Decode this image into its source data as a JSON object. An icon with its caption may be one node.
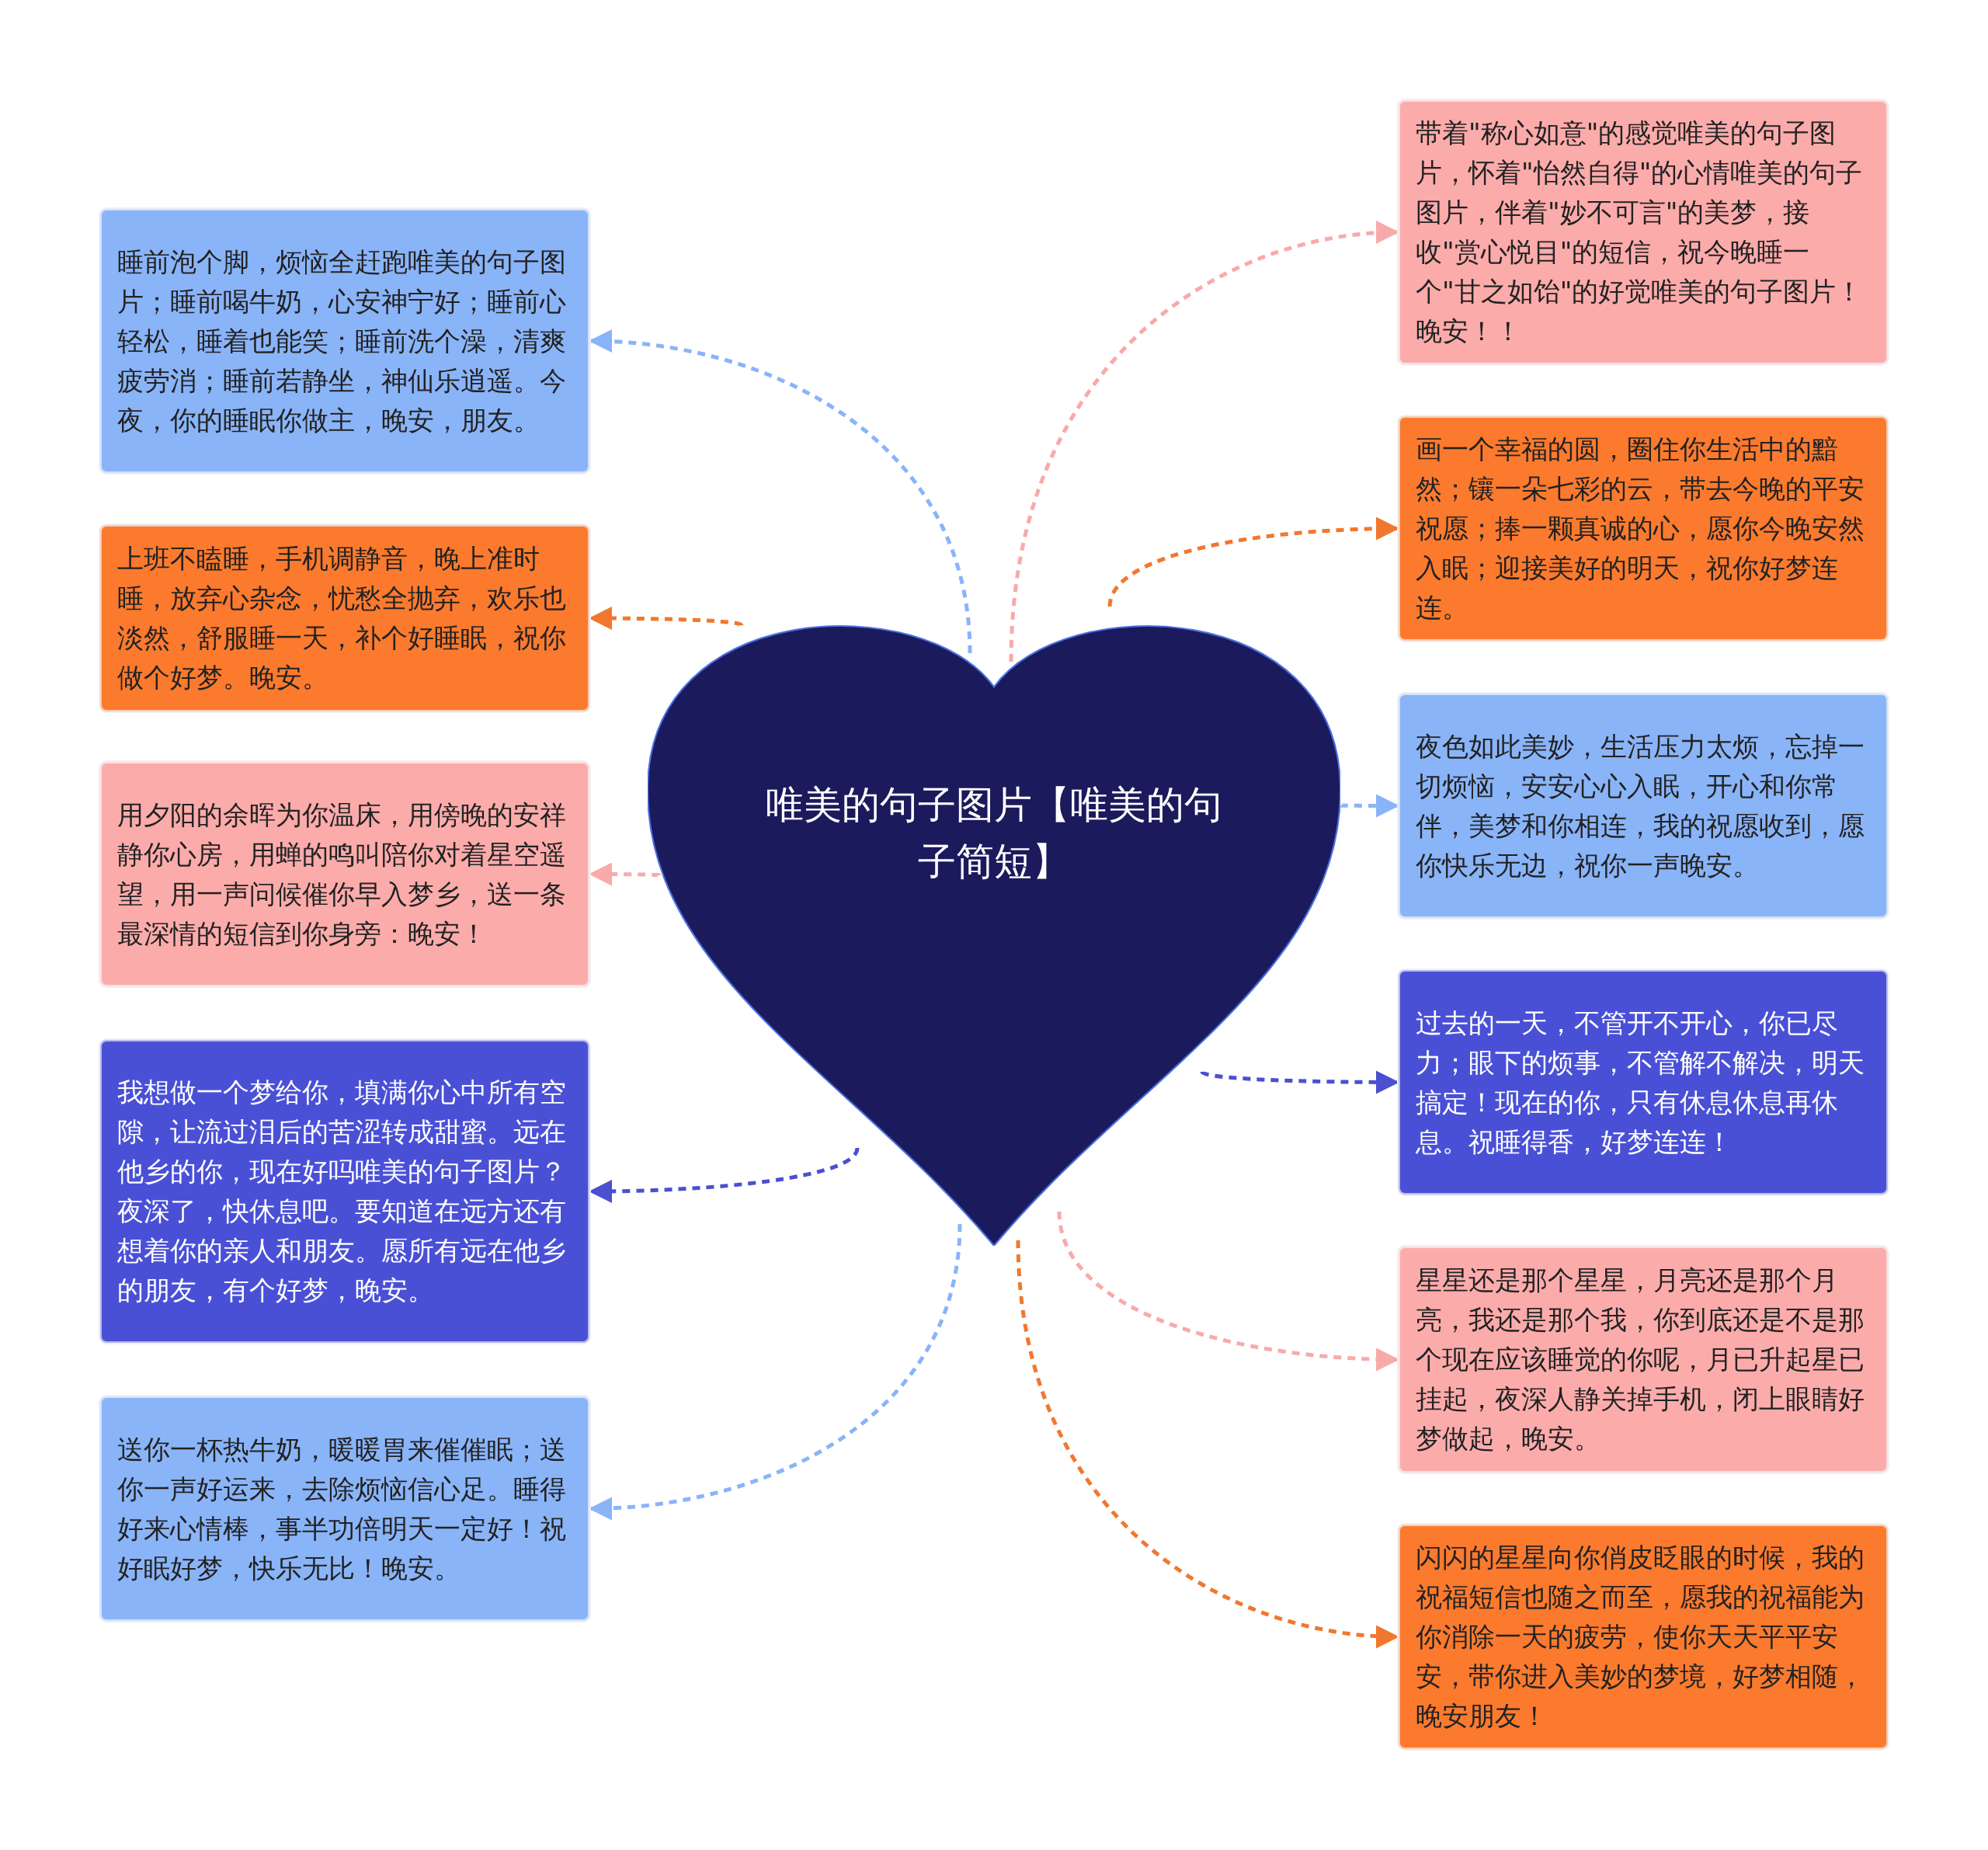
{
  "diagram": {
    "nodes": [
      {
        "text": [
          "唯美的句子图片【唯美的句子简短】"
        ]
      },
      {
        "text": [
          "睡前泡个脚，烦恼全赶跑唯美的句子图片；睡前喝牛奶，心安神宁好；睡前心轻松，睡着也能笑；睡前洗个澡，清爽疲劳消；睡前若静坐，神仙乐逍遥。今夜，你的睡眠你做主，晚安，朋友。"
        ]
      },
      {
        "text": [
          "上班不瞌睡，手机调静音，晚上准时睡，放弃心杂念，忧愁全抛弃，欢乐也淡然，舒服睡一天，补个好睡眠，祝你做个好梦。晚安。"
        ]
      },
      {
        "text": [
          "用夕阳的余晖为你温床，用傍晚的安祥静你心房，用蝉的鸣叫陪你对着星空遥望，用一声问候催你早入梦乡，送一条最深情的短信到你身旁：晚安！"
        ]
      },
      {
        "text": [
          "我想做一个梦给你，填满你心中所有空隙，让流过泪后的苦涩转成甜蜜。远在他乡的你，现在好吗唯美的句子图片？夜深了，快休息吧。要知道在远方还有想着你的亲人和朋友。愿所有远在他乡的朋友，有个好梦，晚安。"
        ]
      },
      {
        "text": [
          "送你一杯热牛奶，暖暖胃来催催眠；送你一声好运来，去除烦恼信心足。睡得好来心情棒，事半功倍明天一定好！祝好眠好梦，快乐无比！晚安。"
        ]
      },
      {
        "text": [
          "带着\"称心如意\"的感觉唯美的句子图片，怀着\"怡然自得\"的心情唯美的句子图片，伴着\"妙不可言\"的美梦，接收\"赏心悦目\"的短信，祝今晚睡一个\"甘之如饴\"的好觉唯美的句子图片！晚安！！"
        ]
      },
      {
        "text": [
          "画一个幸福的圆，圈住你生活中的黯然；镶一朵七彩的云，带去今晚的平安祝愿；捧一颗真诚的心，愿你今晚安然入眠；迎接美好的明天，祝你好梦连连。"
        ]
      },
      {
        "text": [
          "夜色如此美妙，生活压力太烦，忘掉一切烦恼，安安心心入眠，开心和你常伴，美梦和你相连，我的祝愿收到，愿你快乐无边，祝你一声晚安。"
        ]
      },
      {
        "text": [
          "过去的一天，不管开不开心，你已尽力；眼下的烦事，不管解不解决，明天搞定！现在的你，只有休息休息再休息。祝睡得香，好梦连连！"
        ]
      },
      {
        "text": [
          "星星还是那个星星，月亮还是那个月亮，我还是那个我，你到底还是不是那个现在应该睡觉的你呢，月已升起星已挂起，夜深人静关掉手机，闭上眼睛好梦做起，晚安。"
        ]
      },
      {
        "text": [
          "闪闪的星星向你俏皮眨眼的时候，我的祝福短信也随之而至，愿我的祝福能为你消除一天的疲劳，使你天天平平安安，带你进入美妙的梦境，好梦相随，晚安朋友！"
        ]
      }
    ],
    "edges": [
      {
        "from": 0,
        "to": 1,
        "arrow": "to",
        "style": "dashed",
        "color": "#8ab4f8"
      },
      {
        "from": 0,
        "to": 2,
        "arrow": "to",
        "style": "dashed",
        "color": "#f0782e"
      },
      {
        "from": 0,
        "to": 3,
        "arrow": "to",
        "style": "dashed",
        "color": "#f8aaaa"
      },
      {
        "from": 0,
        "to": 4,
        "arrow": "to",
        "style": "dashed",
        "color": "#4a50d0"
      },
      {
        "from": 0,
        "to": 5,
        "arrow": "to",
        "style": "dashed",
        "color": "#8ab4f8"
      },
      {
        "from": 0,
        "to": 6,
        "arrow": "to",
        "style": "dashed",
        "color": "#f8aaaa"
      },
      {
        "from": 0,
        "to": 7,
        "arrow": "to",
        "style": "dashed",
        "color": "#f0782e"
      },
      {
        "from": 0,
        "to": 8,
        "arrow": "to",
        "style": "dashed",
        "color": "#8ab4f8"
      },
      {
        "from": 0,
        "to": 9,
        "arrow": "to",
        "style": "dashed",
        "color": "#4a50d0"
      },
      {
        "from": 0,
        "to": 10,
        "arrow": "to",
        "style": "dashed",
        "color": "#f8aaaa"
      },
      {
        "from": 0,
        "to": 11,
        "arrow": "to",
        "style": "dashed",
        "color": "#f0782e"
      }
    ]
  }
}
